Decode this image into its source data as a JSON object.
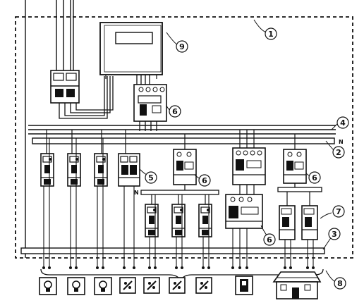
{
  "callouts": [
    {
      "id": "1",
      "text": "1"
    },
    {
      "id": "2",
      "text": "2"
    },
    {
      "id": "3",
      "text": "3"
    },
    {
      "id": "4",
      "text": "4"
    },
    {
      "id": "5",
      "text": "5"
    },
    {
      "id": "6a",
      "text": "6"
    },
    {
      "id": "6b",
      "text": "6"
    },
    {
      "id": "6c",
      "text": "6"
    },
    {
      "id": "6d",
      "text": "6"
    },
    {
      "id": "7",
      "text": "7"
    },
    {
      "id": "8",
      "text": "8"
    },
    {
      "id": "9",
      "text": "9"
    }
  ],
  "bus_labels": {
    "n_main": "N",
    "n_sub": "N"
  },
  "loads": [
    {
      "icon": "lamp-icon"
    },
    {
      "icon": "lamp-icon"
    },
    {
      "icon": "lamp-icon"
    },
    {
      "icon": "socket-icon"
    },
    {
      "icon": "socket-icon"
    },
    {
      "icon": "socket-icon"
    },
    {
      "icon": "socket-icon"
    },
    {
      "icon": "switch-icon"
    },
    {
      "icon": "house-icon"
    }
  ],
  "colors": {
    "ink": "#111111",
    "paper": "#ffffff"
  }
}
